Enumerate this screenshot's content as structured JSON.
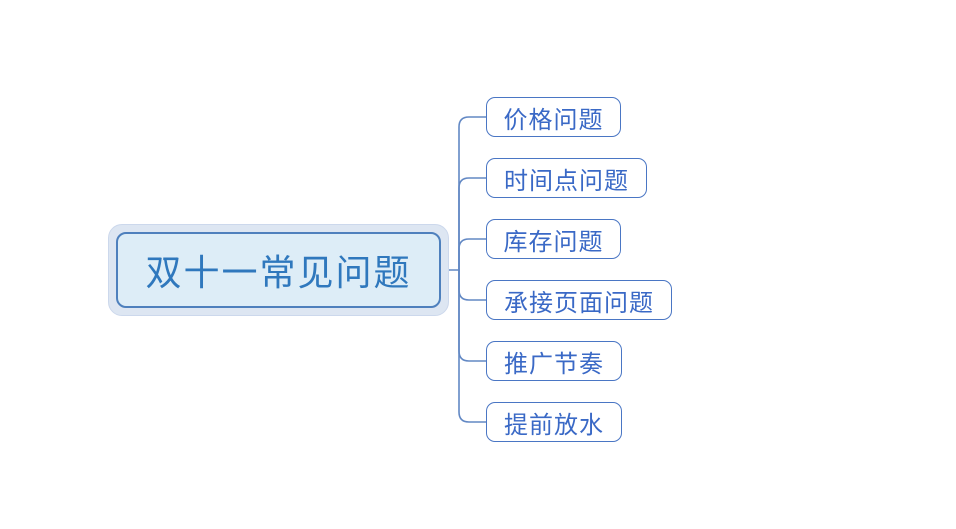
{
  "diagram": {
    "type": "mindmap",
    "root": {
      "label": "双十一常见问题"
    },
    "children": [
      {
        "label": "价格问题"
      },
      {
        "label": "时间点问题"
      },
      {
        "label": "库存问题"
      },
      {
        "label": "承接页面问题"
      },
      {
        "label": "推广节奏"
      },
      {
        "label": "提前放水"
      }
    ],
    "colors": {
      "background": "#ffffff",
      "root_frame_fill": "#dde6f2",
      "root_fill": "#ddedf7",
      "root_border": "#4e80bd",
      "root_text": "#2f78bd",
      "child_fill": "#ffffff",
      "child_border": "#4a76c4",
      "child_text": "#3a69c6",
      "connector": "#6288c4"
    }
  }
}
